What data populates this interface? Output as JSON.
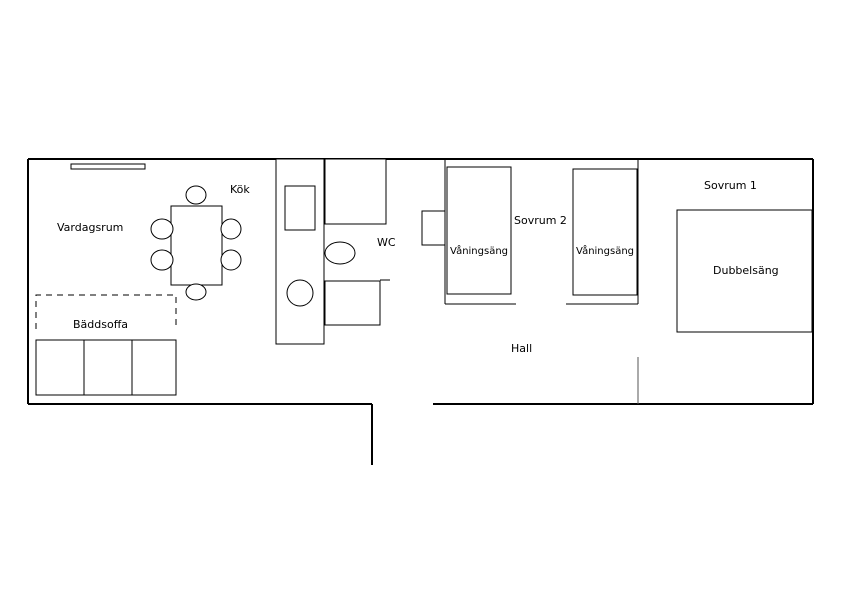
{
  "rooms": {
    "vardagsrum": "Vardagsrum",
    "kok": "Kök",
    "wc": "WC",
    "sovrum2": "Sovrum 2",
    "sovrum1": "Sovrum 1",
    "hall": "Hall"
  },
  "furniture": {
    "baddsoffa": "Bäddsoffa",
    "vaningsang_1": "Våningsäng",
    "vaningsang_2": "Våningsäng",
    "dubbelsang": "Dubbelsäng"
  }
}
